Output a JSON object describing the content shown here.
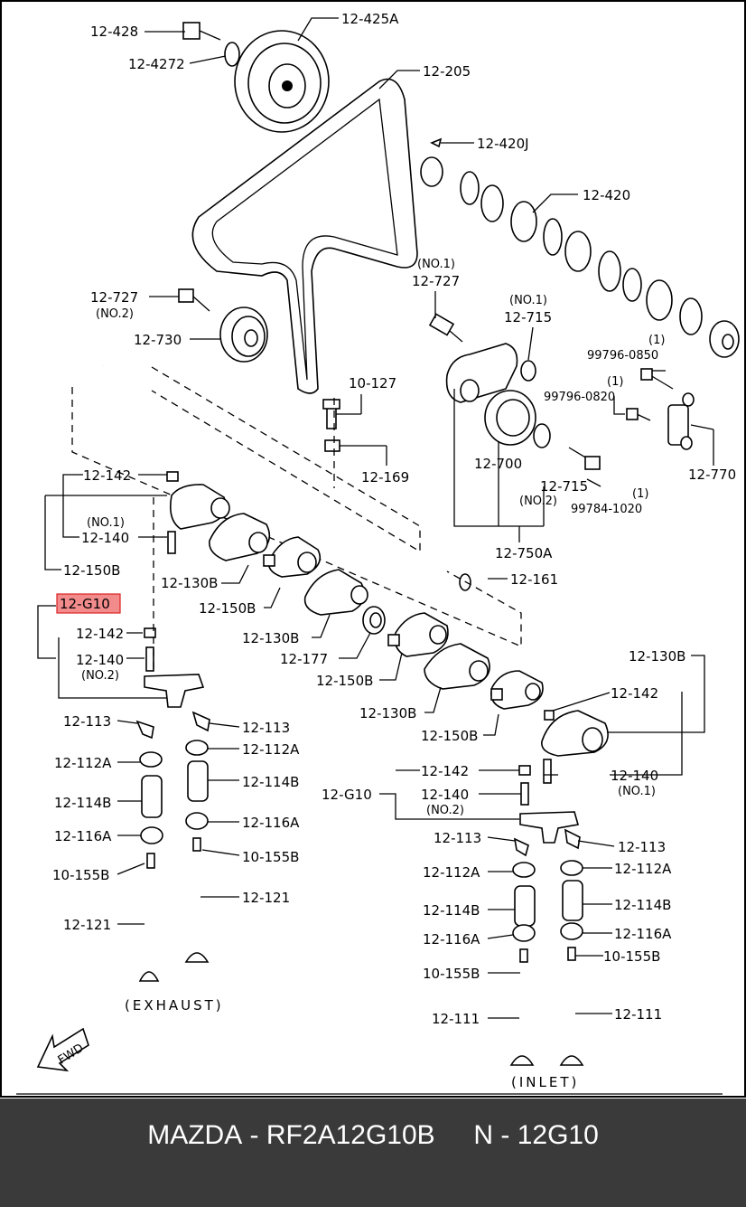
{
  "labels": {
    "l1": "12-428",
    "l2": "12-4272",
    "l3": "12-425A",
    "l4": "12-205",
    "l5": "12-420J",
    "l6": "12-420",
    "l7": "(NO.1)",
    "l8": "12-727",
    "l9": "12-727",
    "l10": "(NO.2)",
    "l11": "12-730",
    "l12": "(NO.1)",
    "l13": "12-715",
    "l14": "(1)",
    "l15": "99796-0850",
    "l16": "(1)",
    "l17": "99796-0820",
    "l18": "10-127",
    "l19": "12-169",
    "l20": "12-700",
    "l21": "12-715",
    "l22": "(NO.2)",
    "l23": "(1)",
    "l24": "99784-1020",
    "l25": "12-770",
    "l26": "12-142",
    "l27": "(NO.1)",
    "l28": "12-140",
    "l29": "12-150B",
    "l30": "12-750A",
    "l31": "12-130B",
    "l32": "12-161",
    "l33": "12-G10",
    "l34": "12-150B",
    "l35": "12-142",
    "l36": "12-130B",
    "l37": "12-140",
    "l38": "(NO.2)",
    "l39": "12-177",
    "l40": "12-130B",
    "l41": "12-150B",
    "l42": "12-142",
    "l43": "12-130B",
    "l44": "12-113",
    "l45": "12-113",
    "l46": "12-150B",
    "l47": "12-112A",
    "l48": "12-112A",
    "l49": "12-142",
    "l50": "12-140",
    "l51": "12-114B",
    "l52": "12-114B",
    "l53": "(NO.1)",
    "l54": "12-G10",
    "l55": "12-140",
    "l56": "(NO.2)",
    "l57": "12-116A",
    "l58": "12-116A",
    "l59": "12-113",
    "l60": "12-113",
    "l61": "10-155B",
    "l62": "10-155B",
    "l63": "12-112A",
    "l64": "12-112A",
    "l65": "12-121",
    "l66": "12-121",
    "l67": "12-114B",
    "l68": "12-114B",
    "l69": "12-116A",
    "l70": "12-116A",
    "l71": "10-155B",
    "l72": "10-155B",
    "l73": "12-111",
    "l74": "12-111"
  },
  "captions": {
    "exhaust": "(EXHAUST)",
    "inlet": "(INLET)",
    "fwd": "FWD"
  },
  "footer": {
    "brand": "MAZDA",
    "dash1": "-",
    "part_number": "RF2A12G10B",
    "n": "N",
    "dash2": "-",
    "ref": "12G10"
  },
  "colors": {
    "highlight": "#f28b8b",
    "footer_bg": "#3a3a3a"
  }
}
